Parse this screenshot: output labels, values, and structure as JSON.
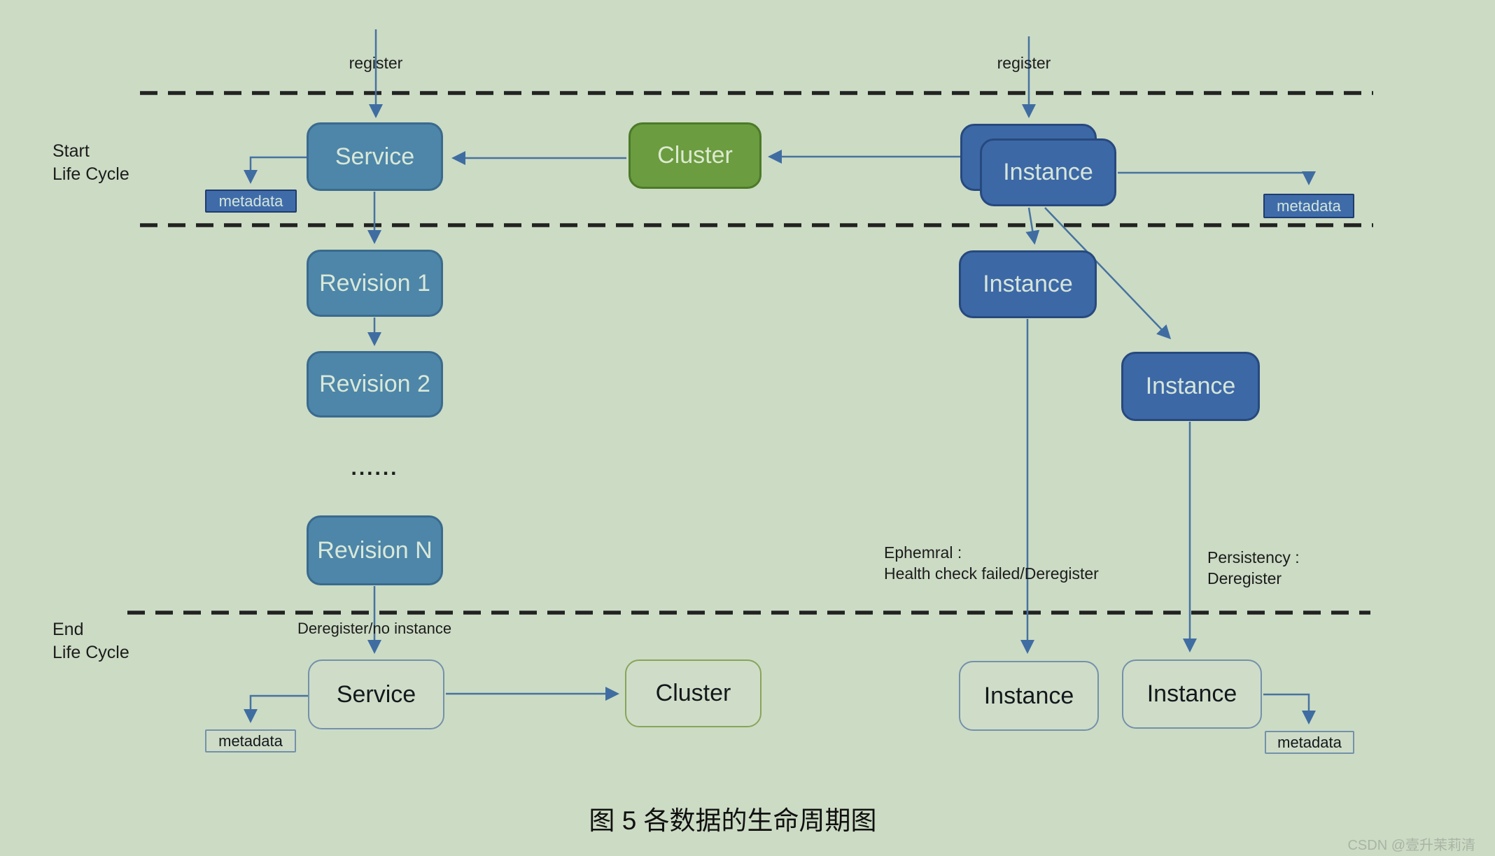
{
  "nodes": {
    "service_top": "Service",
    "cluster_top": "Cluster",
    "instance_top": "Instance",
    "metadata_top_left": "metadata",
    "metadata_top_right": "metadata",
    "revision_1": "Revision 1",
    "revision_2": "Revision 2",
    "revision_n": "Revision N",
    "instance_mid": "Instance",
    "instance_right": "Instance",
    "service_bottom": "Service",
    "cluster_bottom": "Cluster",
    "instance_bottom_1": "Instance",
    "instance_bottom_2": "Instance",
    "metadata_bottom_left": "metadata",
    "metadata_bottom_right": "metadata"
  },
  "labels": {
    "register_left": "register",
    "register_right": "register",
    "start_zone_line1": "Start",
    "start_zone_line2": "Life Cycle",
    "end_zone_line1": "End",
    "end_zone_line2": "Life Cycle",
    "deregister_no_instance": "Deregister/no instance",
    "ephemeral_line1": "Ephemral :",
    "ephemeral_line2": "Health check failed/Deregister",
    "persistency_line1": "Persistency :",
    "persistency_line2": "Deregister",
    "ellipsis": "......"
  },
  "caption": "图 5 各数据的生命周期图",
  "watermark": "CSDN @壹升茉莉清",
  "colors": {
    "background": "#ccdbc4",
    "box_blue": "#4d86a8",
    "box_navy": "#3d68a6",
    "box_green": "#6b9c40",
    "box_metadata_blue": "#3f6ca9",
    "outline_blue_gray": "#7391aa",
    "outline_green": "#87a55a",
    "connector": "#46739f",
    "arrowhead": "#3f6da2",
    "dashed_line": "#222222",
    "text_dark": "#1c1c1c",
    "text_light": "#d9e8d9"
  }
}
